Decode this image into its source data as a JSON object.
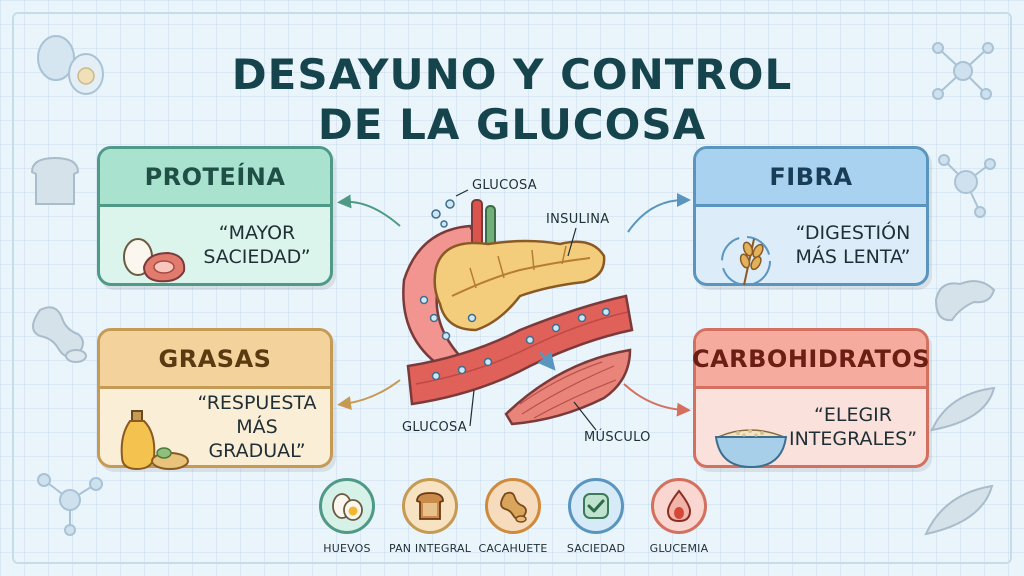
{
  "title": {
    "line1": "DESAYUNO Y CONTROL",
    "line2": "DE LA GLUCOSA"
  },
  "cards": {
    "protein": {
      "heading": "PROTEÍNA",
      "text": "“MAYOR\nSACIEDAD”",
      "icon": "egg-steak-icon"
    },
    "fat": {
      "heading": "GRASAS",
      "text": "“RESPUESTA\nMÁS GRADUAL”",
      "icon": "oil-bottle-icon"
    },
    "fiber": {
      "heading": "FIBRA",
      "text": "“DIGESTIÓN\nMÁS LENTA”",
      "icon": "wheat-icon"
    },
    "carbs": {
      "heading": "CARBOHIDRATOS",
      "text": "“ELEGIR\nINTEGRALES”",
      "icon": "grain-bowl-icon"
    }
  },
  "center_labels": {
    "glucose_top": "GLUCOSA",
    "insulin": "INSULINA",
    "glucose_bottom": "GLUCOSA",
    "muscle": "MÚSCULO"
  },
  "legend": [
    {
      "label": "HUEVOS",
      "icon": "egg-icon",
      "color": "#4f9a86"
    },
    {
      "label": "PAN INTEGRAL",
      "icon": "bread-icon",
      "color": "#c59a54"
    },
    {
      "label": "CACAHUETE",
      "icon": "peanut-icon",
      "color": "#d08a3c"
    },
    {
      "label": "SACIEDAD",
      "icon": "checkmark-icon",
      "color": "#5a95c0"
    },
    {
      "label": "GLUCEMIA",
      "icon": "blood-drop-icon",
      "color": "#d4705f"
    }
  ],
  "colors": {
    "title": "#16444d",
    "protein": "#4f9a86",
    "fat": "#c59a54",
    "fiber": "#5a95c0",
    "carbs": "#d4705f"
  }
}
